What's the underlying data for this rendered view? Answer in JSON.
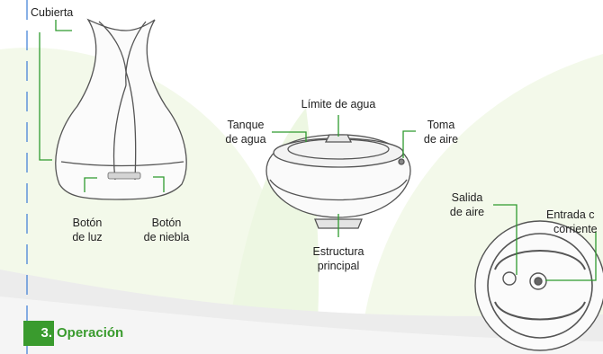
{
  "labels": {
    "cubierta": "Cubierta",
    "limite_agua": "Límite de agua",
    "tanque_l1": "Tanque",
    "tanque_l2": "de agua",
    "toma_l1": "Toma",
    "toma_l2": "de aire",
    "salida_l1": "Salida",
    "salida_l2": "de aire",
    "entrada_l1": "Entrada c",
    "entrada_l2": "corriente",
    "boton_luz_l1": "Botón",
    "boton_luz_l2": "de luz",
    "boton_niebla_l1": "Botón",
    "boton_niebla_l2": "de niebla",
    "estructura_l1": "Estructura",
    "estructura_l2": "principal"
  },
  "section": {
    "number": "3.",
    "title": "Operación"
  },
  "colors": {
    "accent": "#3a9b2e",
    "leader_line": "#2e9a2e",
    "margin_line": "#3a7bd5",
    "leaf_bg": "#f1f8e8",
    "swoosh_bg": "#e9ebe8"
  }
}
